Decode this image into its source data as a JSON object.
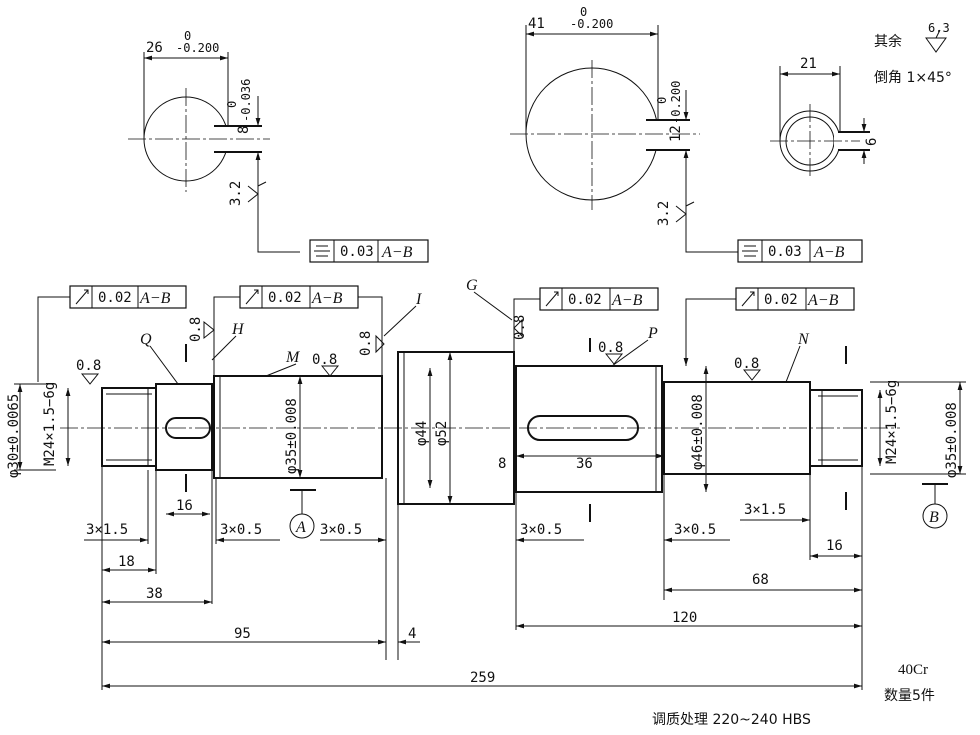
{
  "sections": {
    "left": {
      "width_dim": "26",
      "width_tol_upper": "0",
      "width_tol_lower": "-0.200",
      "depth_dim": "8",
      "depth_tol_upper": "0",
      "depth_tol_lower": "-0.036",
      "roughness": "3.2"
    },
    "middle": {
      "width_dim": "41",
      "width_tol_upper": "0",
      "width_tol_lower": "-0.200",
      "depth_dim": "12",
      "depth_tol_upper": "0",
      "depth_tol_lower": "-0.200",
      "roughness": "3.2"
    },
    "right": {
      "width_dim": "21",
      "depth_dim": "6"
    }
  },
  "fcf": {
    "sym_left": {
      "tol": "0.03",
      "datum": "A−B"
    },
    "sym_mid": {
      "tol": "0.03",
      "datum": "A−B"
    },
    "run_1": {
      "tol": "0.02",
      "datum": "A−B"
    },
    "run_2": {
      "tol": "0.02",
      "datum": "A−B"
    },
    "run_3": {
      "tol": "0.02",
      "datum": "A−B"
    },
    "run_4": {
      "tol": "0.02",
      "datum": "A−B"
    }
  },
  "notes": {
    "other_label": "其余",
    "other_roughness": "6.3",
    "chamfer": "倒角 1×45°",
    "material": "40Cr",
    "quantity": "数量5件",
    "heat_treatment": "调质处理 220~240 HBS"
  },
  "surfaces": {
    "Q": "Q",
    "H": "H",
    "M": "M",
    "I": "I",
    "G": "G",
    "P": "P",
    "N": "N"
  },
  "roughness": {
    "r1": "0.8",
    "r2": "0.8",
    "r3": "0.8",
    "r4": "0.8",
    "r5": "0.8",
    "r6": "0.8",
    "r7": "0.8"
  },
  "diameters": {
    "left_end": "φ30±0.0065",
    "left_thread": "M24×1.5−6g",
    "bearing_A": "φ35±0.008",
    "collar_inner": "φ44",
    "collar_outer": "φ52",
    "gear_seat": "φ46±0.008",
    "right_thread": "M24×1.5−6g",
    "bearing_B": "φ35±0.008"
  },
  "datums": {
    "A": "A",
    "B": "B"
  },
  "lengths": {
    "keyway_left": "16",
    "groove_1": "3×1.5",
    "groove_2": "3×0.5",
    "groove_3": "3×0.5",
    "groove_4": "3×0.5",
    "groove_5": "3×0.5",
    "groove_6": "3×1.5",
    "d18": "18",
    "d38": "38",
    "d95": "95",
    "d4": "4",
    "d8": "8",
    "d36": "36",
    "d68": "68",
    "d16r": "16",
    "d120": "120",
    "d259": "259"
  }
}
